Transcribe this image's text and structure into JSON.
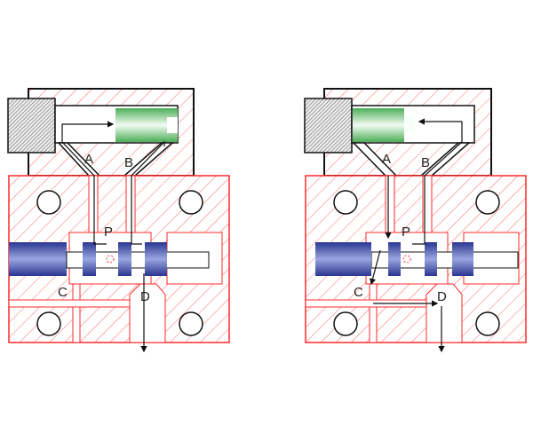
{
  "diagrams": [
    {
      "name": "valve-position-1",
      "labels": {
        "a": "A",
        "b": "B",
        "p": "P",
        "c": "C",
        "d": "D"
      }
    },
    {
      "name": "valve-position-2",
      "labels": {
        "a": "A",
        "b": "B",
        "p": "P",
        "c": "C",
        "d": "D"
      }
    }
  ],
  "colors": {
    "body_red": "#ff2a2a",
    "cylinder_black": "#111111",
    "spool_blue": "#3a4aa8",
    "piston_green": "#5cbf6a"
  }
}
